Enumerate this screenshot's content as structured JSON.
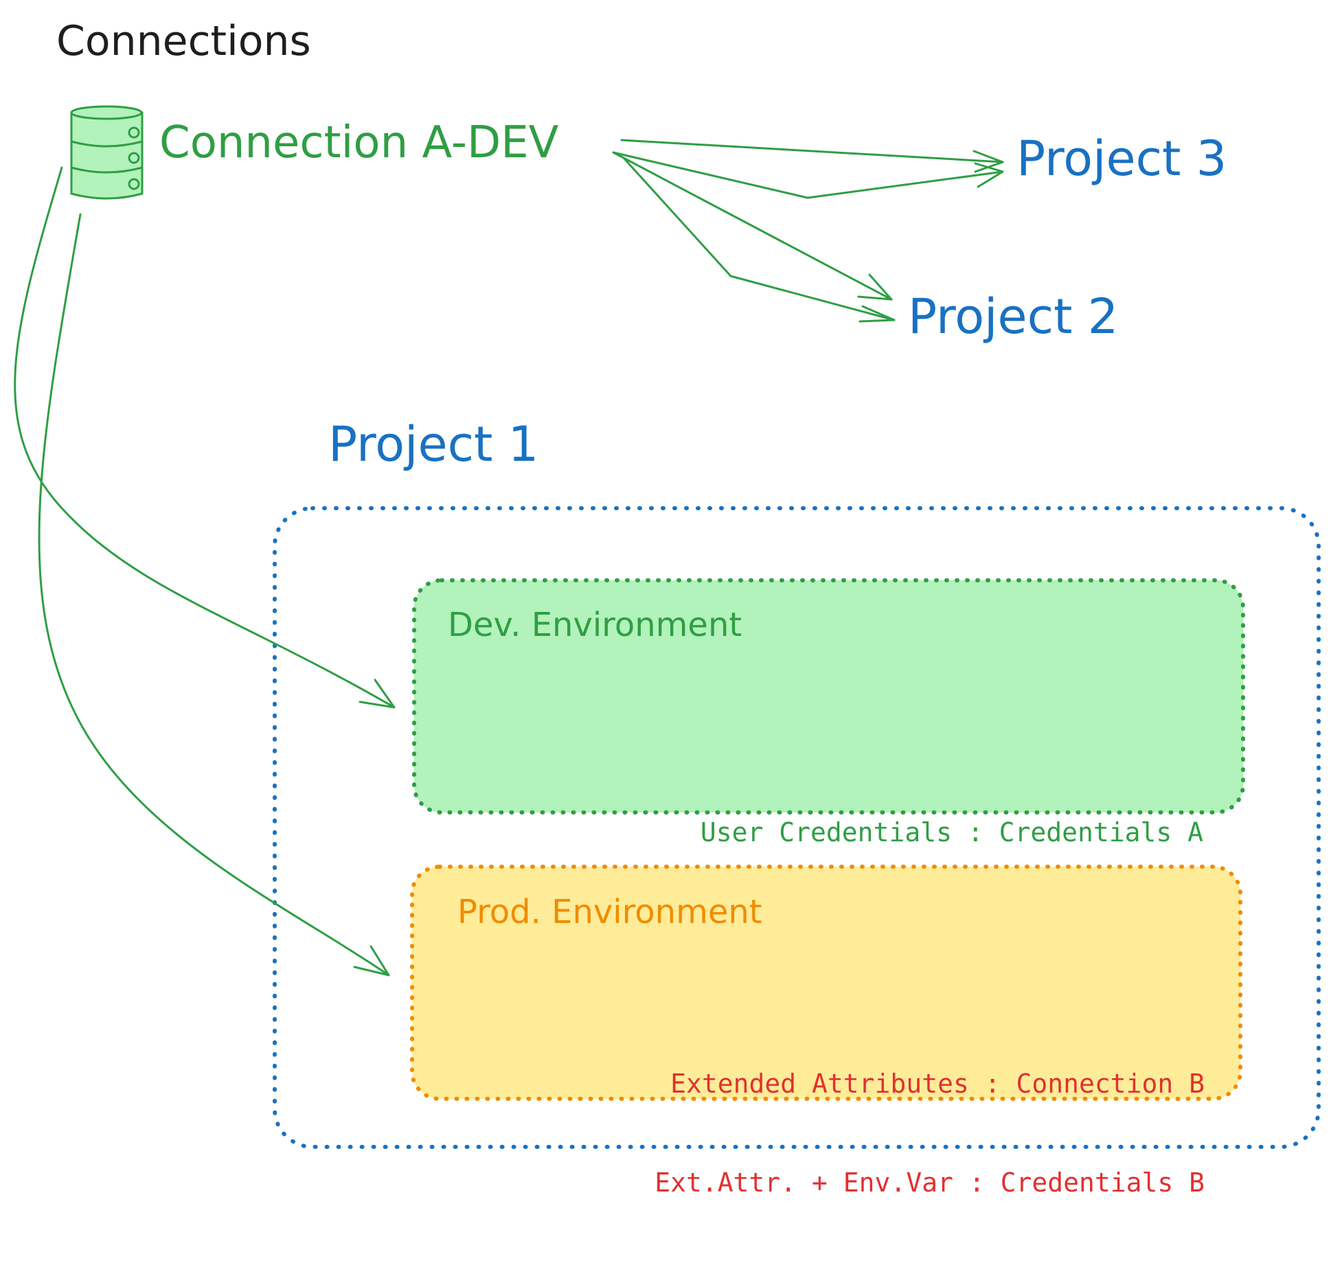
{
  "diagram": {
    "title": "Connections",
    "connection": {
      "name": "Connection A-DEV",
      "icon": "database-icon"
    },
    "projects": [
      {
        "id": "project-3",
        "label": "Project 3"
      },
      {
        "id": "project-2",
        "label": "Project 2"
      },
      {
        "id": "project-1",
        "label": "Project 1"
      }
    ],
    "environments": {
      "dev": {
        "title": "Dev. Environment",
        "lines": [
          "User Credentials : Credentials A"
        ]
      },
      "prod": {
        "title": "Prod. Environment",
        "lines": [
          "Extended Attributes : Connection B",
          "Ext.Attr. + Env.Var : Credentials B"
        ]
      }
    },
    "colors": {
      "connection": "#2f9e44",
      "connection_fill": "#b2f2bb",
      "project": "#1971c2",
      "dev_fill": "#b2f2bb",
      "dev_stroke": "#2f9e44",
      "prod_fill": "#ffec99",
      "prod_stroke": "#f08c00",
      "prod_text": "#e03131",
      "title": "#1e1e1e"
    }
  }
}
